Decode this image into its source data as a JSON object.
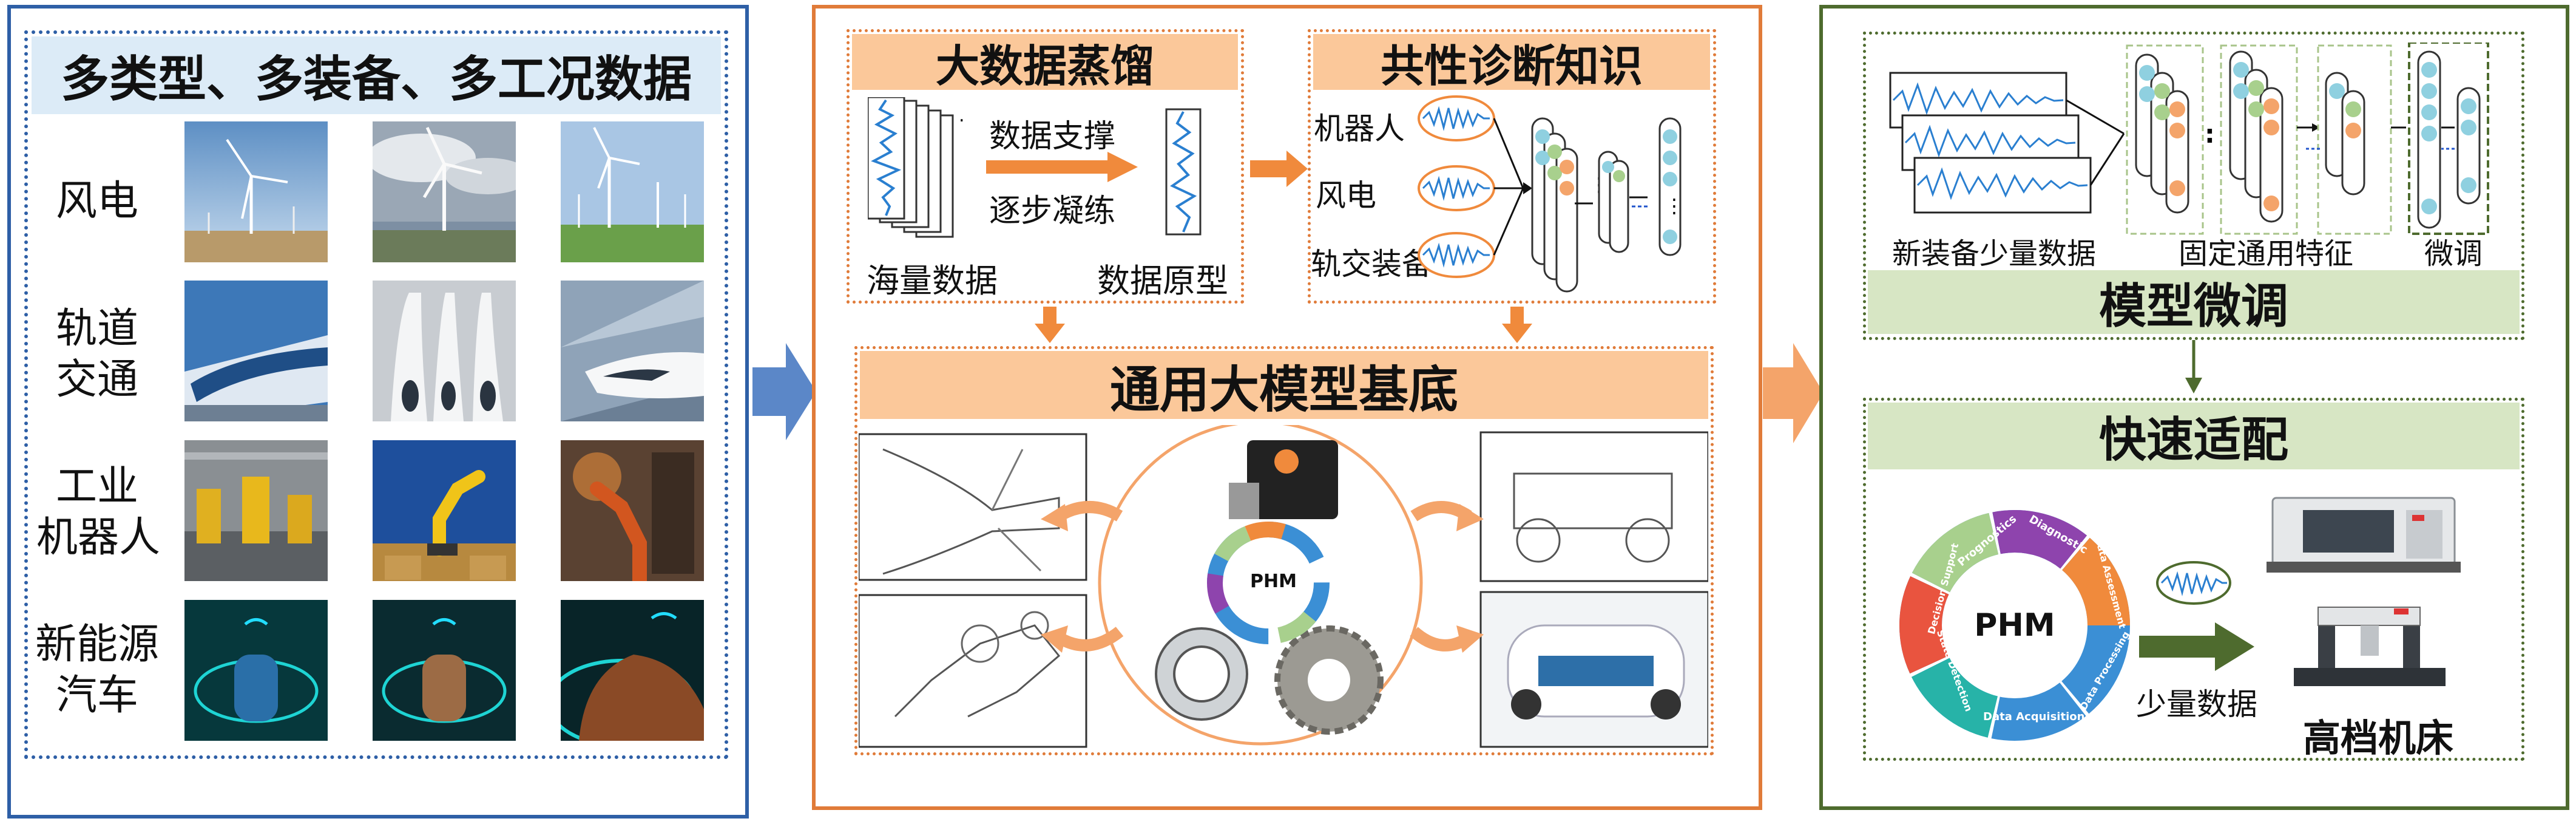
{
  "left": {
    "title": "多类型、多装备、多工况数据",
    "rows": [
      {
        "label_lines": [
          "风电"
        ]
      },
      {
        "label_lines": [
          "轨道",
          "交通"
        ]
      },
      {
        "label_lines": [
          "工业",
          "机器人"
        ]
      },
      {
        "label_lines": [
          "新能源",
          "汽车"
        ]
      }
    ]
  },
  "middle": {
    "distill": {
      "title": "大数据蒸馏",
      "support": "数据支撑",
      "condense": "逐步凝练",
      "massive": "海量数据",
      "prototype": "数据原型"
    },
    "knowledge": {
      "title": "共性诊断知识",
      "items": [
        "机器人",
        "风电",
        "轨交装备"
      ]
    },
    "base": {
      "title": "通用大模型基底",
      "phm": "PHM"
    }
  },
  "right": {
    "finetune": {
      "title": "模型微调",
      "new_data": "新装备少量数据",
      "fixed": "固定通用特征",
      "tune": "微调"
    },
    "adapt": {
      "title": "快速适配",
      "phm": "PHM",
      "ring_segments": [
        "Prognostics",
        "Diagnostic",
        "Data Assessment",
        "Data Processing",
        "Data Acquisition",
        "State Detection",
        "Decision Support"
      ],
      "few_data": "少量数据",
      "machine": "高档机床"
    }
  },
  "colors": {
    "blue_border": "#2e5fa6",
    "orange_border": "#e07b39",
    "green_border": "#4e6b2e",
    "blue_band": "#dcebf7",
    "orange_band": "#fbc89a",
    "green_band": "#d7e6c4",
    "big_blue_arrow": "#5b87c8",
    "big_orange_arrow": "#f4a46a",
    "dark_green_arrow": "#4e6b2e"
  }
}
